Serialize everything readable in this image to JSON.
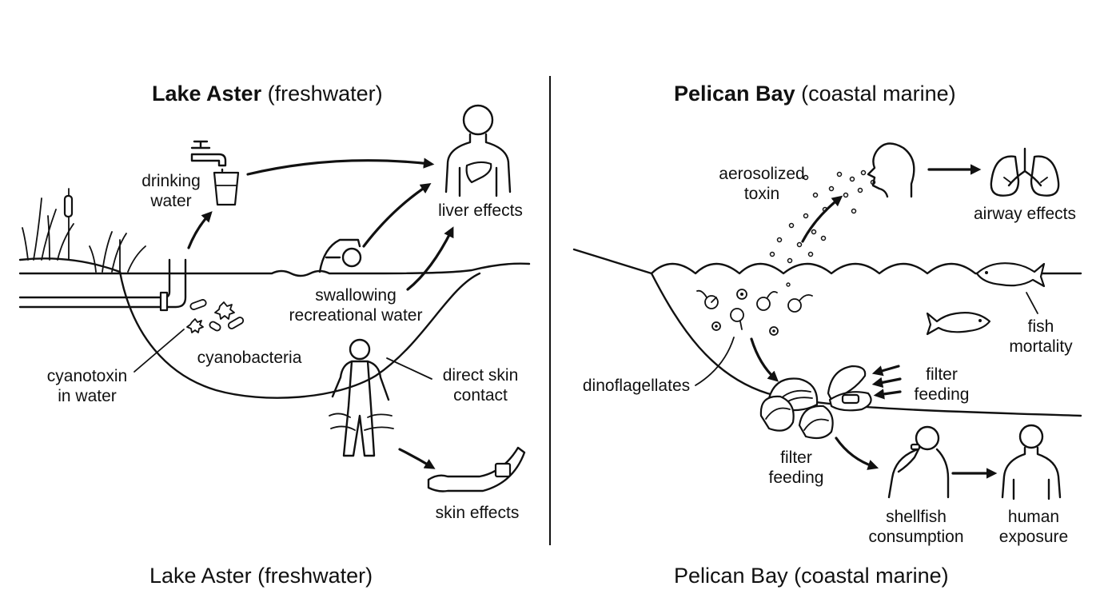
{
  "left_panel": {
    "title_bold": "Lake Aster",
    "title_rest": "(freshwater)",
    "footer": "Lake Aster (freshwater)",
    "labels": {
      "drinking_water": [
        "drinking",
        "water"
      ],
      "liver_effects": "liver effects",
      "swallowing": [
        "swallowing",
        "recreational water"
      ],
      "cyanobacteria": "cyanobacteria",
      "cyanotoxin": [
        "cyanotoxin",
        "in water"
      ],
      "direct_skin": [
        "direct skin",
        "contact"
      ],
      "skin_effects": "skin effects"
    }
  },
  "right_panel": {
    "title_bold": "Pelican Bay",
    "title_rest": "(coastal marine)",
    "footer": "Pelican Bay (coastal marine)",
    "labels": {
      "aerosolized": [
        "aerosolized",
        "toxin"
      ],
      "airway_effects": "airway effects",
      "fish_mortality": [
        "fish",
        "mortality"
      ],
      "dinoflagellates": "dinoflagellates",
      "filter_feeding_top": [
        "filter",
        "feeding"
      ],
      "filter_feeding_bottom": [
        "filter",
        "feeding"
      ],
      "shellfish": [
        "shellfish",
        "consumption"
      ],
      "human_exposure": [
        "human",
        "exposure"
      ]
    }
  }
}
